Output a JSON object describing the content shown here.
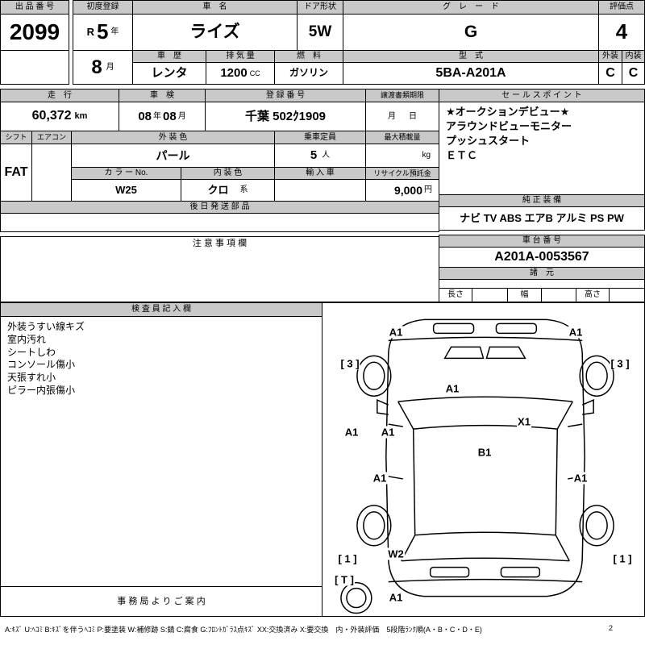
{
  "top": {
    "lot_label": "出 品 番 号",
    "lot_number": "2099",
    "first_reg_label": "初度登録",
    "era": "R",
    "reg_year": "5",
    "year_unit": "年",
    "reg_month": "8",
    "month_unit": "月",
    "car_name_label": "車　名",
    "car_name": "ライズ",
    "door_label": "ドア形状",
    "door": "5W",
    "grade_label": "グ　レ　ー　ド",
    "grade": "G",
    "score_label": "評価点",
    "score": "4",
    "exterior_label": "外装",
    "interior_label": "内装",
    "exterior_grade": "C",
    "interior_grade": "C",
    "history_label": "車　歴",
    "history": "レンタ",
    "displacement_label": "排 気 量",
    "displacement": "1200",
    "displacement_unit": "CC",
    "fuel_label": "燃　料",
    "fuel": "ガソリン",
    "model_label": "型　式",
    "model_code": "5BA-A201A"
  },
  "details": {
    "mileage_label": "走　行",
    "mileage": "60,372",
    "mileage_unit": "km",
    "shaken_label": "車　検",
    "shaken_year": "08",
    "shaken_year_unit": "年",
    "shaken_month": "08",
    "shaken_month_unit": "月",
    "reg_no_label": "登 録 番 号",
    "reg_no": "千葉 502ｸ1909",
    "transfer_label": "譲渡書類期限",
    "transfer_month_unit": "月",
    "transfer_day_unit": "日",
    "shift_label": "シフト",
    "shift": "FAT",
    "aircon_label": "エアコン",
    "ext_color_label": "外 装 色",
    "ext_color": "パール",
    "capacity_label": "乗車定員",
    "capacity": "5",
    "capacity_unit": "人",
    "max_load_label": "最大積載量",
    "max_load_unit": "kg",
    "color_no_label": "カ ラ ー No.",
    "color_no": "W25",
    "int_color_label": "内 装 色",
    "int_color": "クロ",
    "int_color_unit": "系",
    "import_label": "輸 入 車",
    "recycle_label": "リサイクル預託金",
    "recycle_fee": "9,000",
    "recycle_unit": "円",
    "later_parts_label": "後 日 発 送 部 品",
    "notes_label": "注 意 事 項 欄"
  },
  "sales": {
    "label": "セ ー ル ス ポ イ ン ト",
    "points": [
      "★オークションデビュー★",
      "アラウンドビューモニター",
      "プッシュスタート",
      "ＥＴＣ"
    ]
  },
  "equipment": {
    "label": "純 正 装 備",
    "items": "ナビ TV ABS エアB アルミ PS PW"
  },
  "chassis": {
    "label": "車 台 番 号",
    "number": "A201A-0053567",
    "specs_label": "諸　元",
    "length_label": "長さ",
    "width_label": "幅",
    "height_label": "高さ"
  },
  "inspector": {
    "label": "検 査 員 記 入 欄",
    "notes": [
      "外装うすい線キズ",
      "室内汚れ",
      "シートしわ",
      "コンソール傷小",
      "天張すれ小",
      "ピラー内張傷小"
    ]
  },
  "office": {
    "label": "事 務 局 よ り ご 案 内"
  },
  "diagram": {
    "marks": {
      "front_left": "A1",
      "front_right": "A1",
      "front_tire_left": "[ 3 ]",
      "front_tire_right": "[ 3 ]",
      "hood": "A1",
      "left_fender": "A1",
      "left_front_door": "A1",
      "cowl": "X1",
      "roof": "B1",
      "left_rear_door": "A1",
      "right_side": "A1",
      "rear_quarter": "W2",
      "rear_tire_left": "[ 1 ]",
      "rear_tire_right": "[ 1 ]",
      "spare": "[ T ]",
      "rear_bumper": "A1"
    }
  },
  "legend": {
    "text": "A:ｷｽﾞ U:ﾍｺﾐ B:ｷｽﾞを伴うﾍｺﾐ P:要塗装 W:補修跡 S:錆 C:腐食 G:ﾌﾛﾝﾄｶﾞﾗｽ点ｷｽﾞ XX:交換済み X:要交換　内・外装評価　5段階ﾗﾝｸ順(A・B・C・D・E)",
    "page": "2"
  }
}
